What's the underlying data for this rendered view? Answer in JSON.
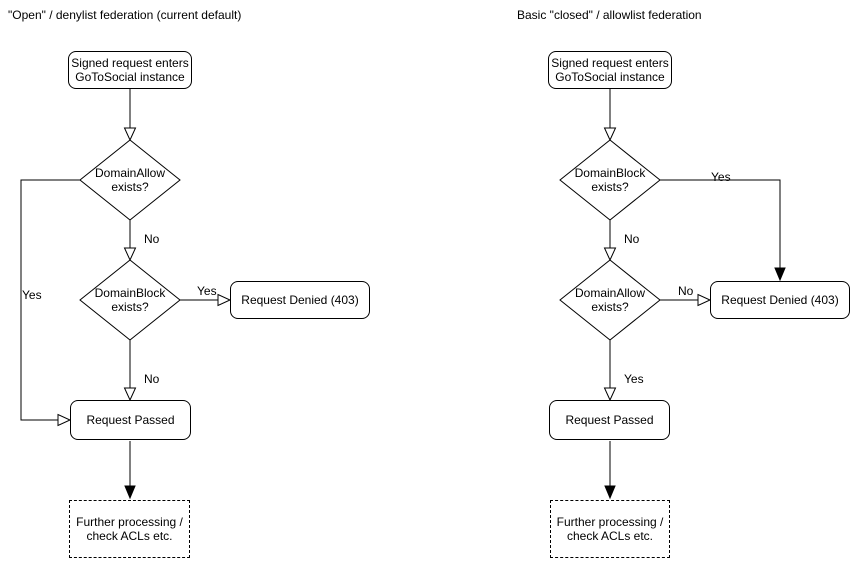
{
  "colors": {
    "line": "#000000",
    "text": "#000000",
    "background": "#ffffff",
    "node_fill": "#ffffff"
  },
  "left": {
    "title": "\"Open\" / denylist federation (current default)",
    "start": "Signed request enters\nGoToSocial instance",
    "decision1": "DomainAllow\nexists?",
    "decision1_down_label": "No",
    "decision1_side_label": "Yes",
    "decision2": "DomainBlock\nexists?",
    "decision2_side_label": "Yes",
    "decision2_down_label": "No",
    "denied": "Request Denied (403)",
    "passed": "Request Passed",
    "further": "Further processing /\ncheck ACLs etc."
  },
  "right": {
    "title": "Basic \"closed\" / allowlist federation",
    "start": "Signed request enters\nGoToSocial instance",
    "decision1": "DomainBlock\nexists?",
    "decision1_down_label": "No",
    "decision1_side_label": "Yes",
    "decision2": "DomainAllow\nexists?",
    "decision2_side_label": "No",
    "decision2_down_label": "Yes",
    "denied": "Request Denied (403)",
    "passed": "Request Passed",
    "further": "Further processing /\ncheck ACLs etc."
  }
}
